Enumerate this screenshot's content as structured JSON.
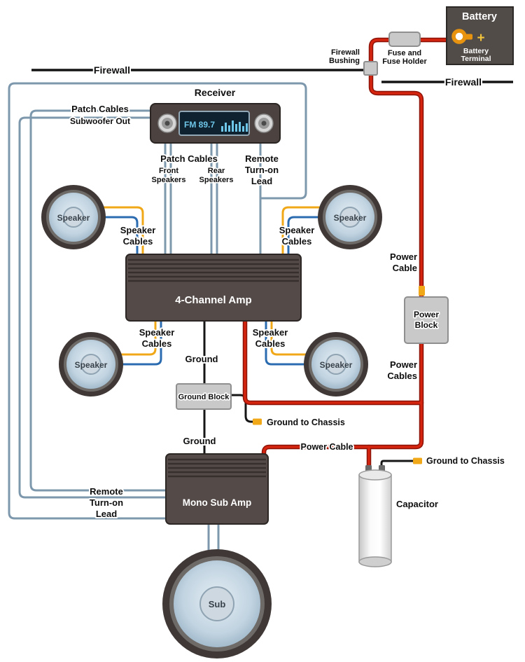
{
  "colors": {
    "signal_wire": "#7d98ac",
    "power_wire": "#d8250f",
    "speaker_wire_yellow": "#f0a818",
    "speaker_wire_blue": "#2b6cb0",
    "ground_wire": "#161616",
    "device_body": "#544b48",
    "block_fill": "#c9c9c9",
    "display_text": "#6ec6e8"
  },
  "battery": {
    "title": "Battery",
    "plus": "+",
    "terminal_line1": "Battery",
    "terminal_line2": "Terminal"
  },
  "fuse": {
    "line1": "Fuse and",
    "line2": "Fuse Holder"
  },
  "bushing": {
    "line1": "Firewall",
    "line2": "Bushing"
  },
  "firewall": {
    "left": "Firewall",
    "right": "Firewall"
  },
  "receiver": {
    "title": "Receiver",
    "display": "FM 89.7"
  },
  "patch_left": {
    "line1": "Patch Cables",
    "line2": "Subwoofer Out"
  },
  "patch_center": {
    "title": "Patch Cables",
    "front_line1": "Front",
    "front_line2": "Speakers",
    "rear_line1": "Rear",
    "rear_line2": "Speakers"
  },
  "remote_top": {
    "line1": "Remote",
    "line2": "Turn-on",
    "line3": "Lead"
  },
  "remote_bottom": {
    "line1": "Remote",
    "line2": "Turn-on",
    "line3": "Lead"
  },
  "speaker_label": "Speaker",
  "speaker_cables": {
    "line1": "Speaker",
    "line2": "Cables"
  },
  "amp_4ch": {
    "title": "4-Channel Amp"
  },
  "amp_mono": {
    "title": "Mono Sub Amp"
  },
  "ground": {
    "label_upper": "Ground",
    "label_lower": "Ground",
    "block_label": "Ground Block",
    "chassis_mid": "Ground to Chassis",
    "chassis_right": "Ground to Chassis"
  },
  "power": {
    "cable_label_line1": "Power",
    "cable_label_line2": "Cable",
    "block_line1": "Power",
    "block_line2": "Block",
    "cables_label_line1": "Power",
    "cables_label_line2": "Cables",
    "cable_bottom_label": "Power Cable"
  },
  "capacitor": {
    "label": "Capacitor"
  },
  "sub": {
    "label": "Sub"
  }
}
